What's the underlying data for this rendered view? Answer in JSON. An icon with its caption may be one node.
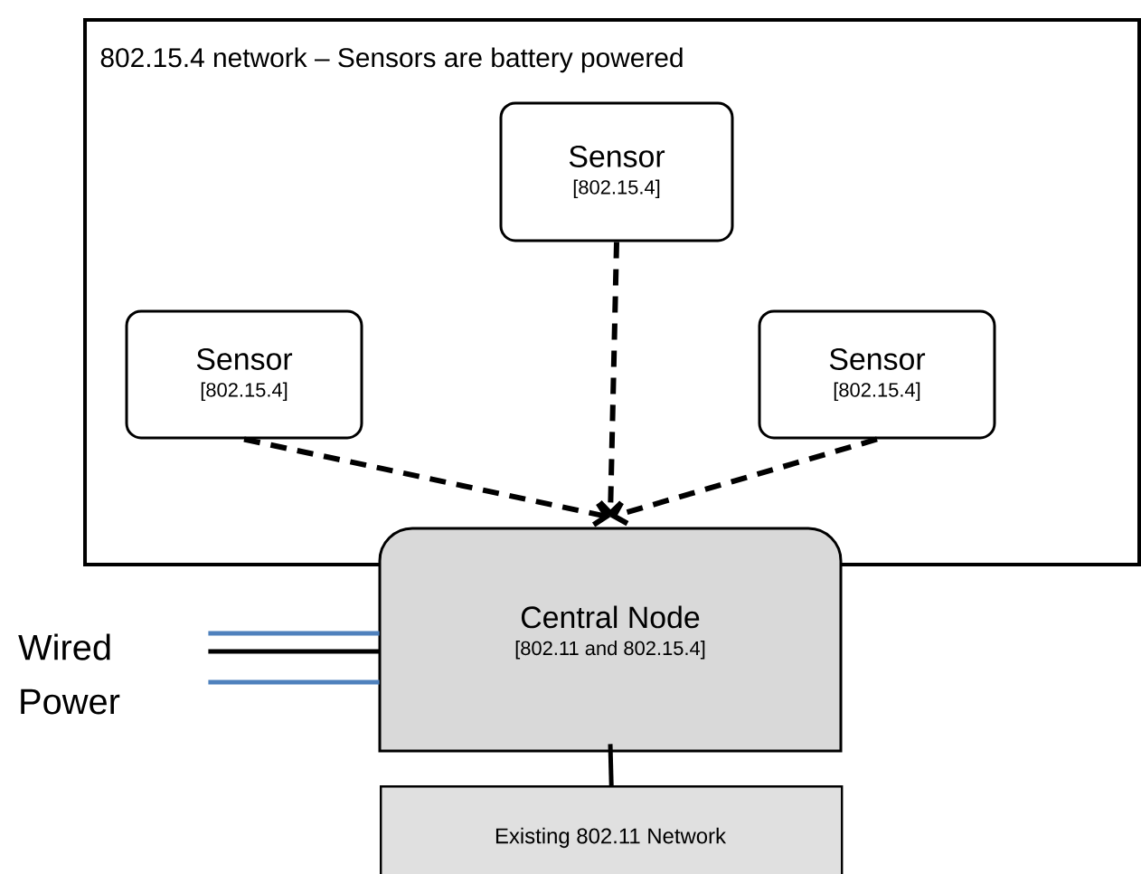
{
  "diagram": {
    "nodes": [
      {
        "text": [
          "802.15.4 network – Sensors are battery powered"
        ]
      },
      {
        "text": [
          "Sensor",
          "[802.15.4]"
        ],
        "in": 0
      },
      {
        "text": [
          "Sensor",
          "[802.15.4]"
        ],
        "in": 0
      },
      {
        "text": [
          "Sensor",
          "[802.15.4]"
        ],
        "in": 0
      },
      {
        "text": [
          "Central Node",
          "[802.11 and 802.15.4]"
        ]
      },
      {
        "text": [
          "Existing 802.11 Network"
        ]
      },
      {
        "text": [
          "Wired Power"
        ]
      }
    ],
    "edges": [
      {
        "from": 2,
        "to": 4,
        "arrow": "to",
        "style": "dashed"
      },
      {
        "from": 1,
        "to": 4,
        "arrow": "to",
        "style": "dashed"
      },
      {
        "from": 3,
        "to": 4,
        "arrow": "to",
        "style": "dashed"
      },
      {
        "from": 4,
        "to": 5,
        "arrow": "none"
      },
      {
        "from": 6,
        "to": 4,
        "arrow": "none",
        "color": "#4f81bd"
      },
      {
        "from": 6,
        "to": 4,
        "arrow": "none"
      },
      {
        "from": 6,
        "to": 4,
        "arrow": "none",
        "color": "#4f81bd"
      }
    ]
  }
}
